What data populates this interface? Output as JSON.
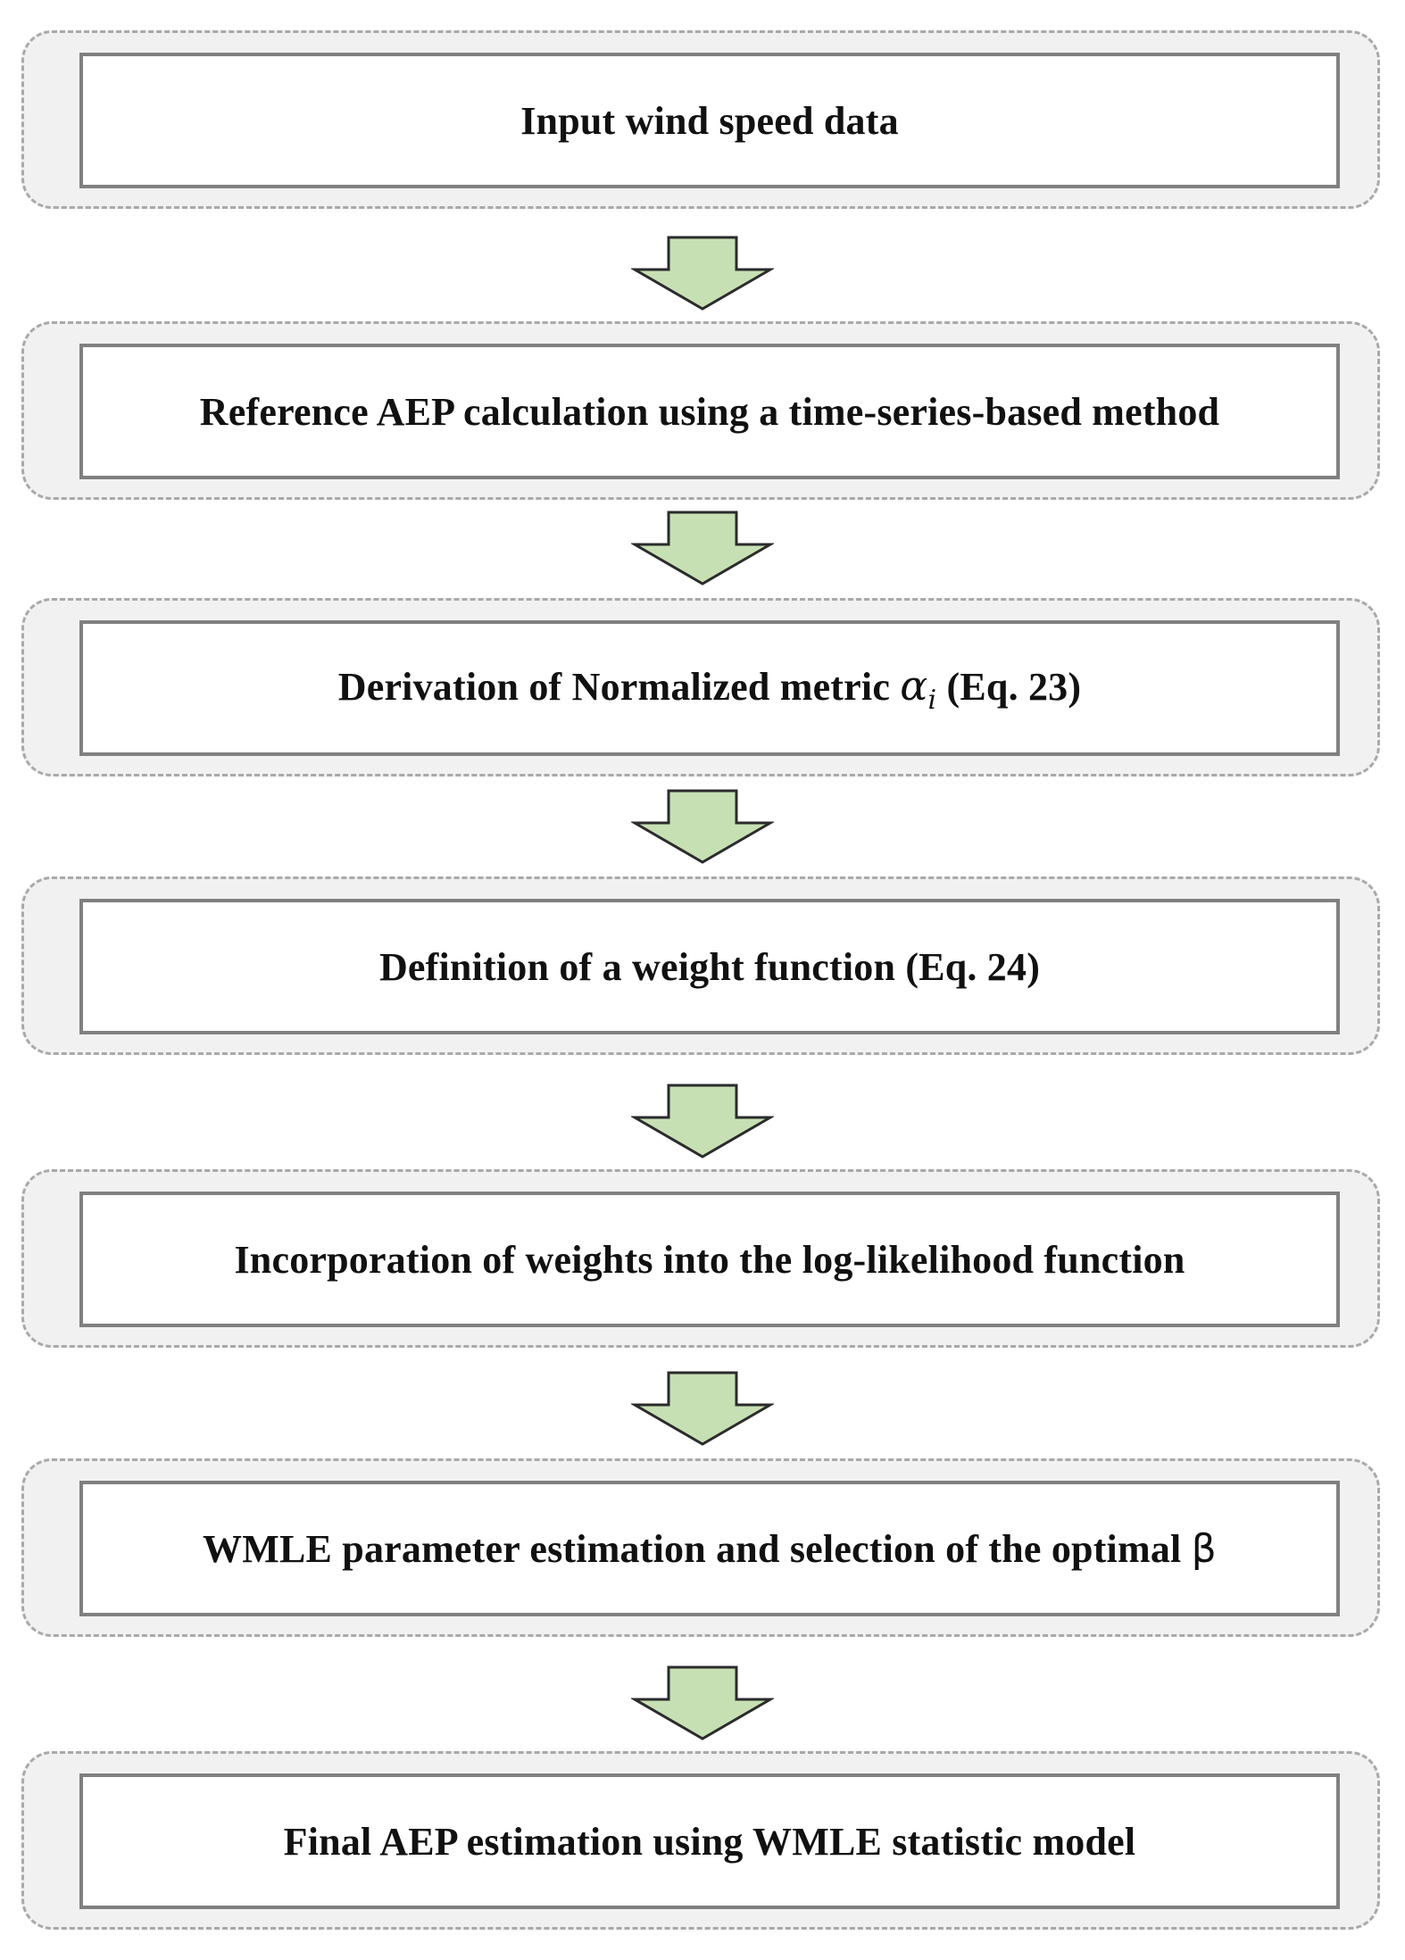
{
  "flowchart": {
    "steps": [
      {
        "label": "Input wind speed data"
      },
      {
        "label": "Reference AEP calculation using a time-series-based method"
      },
      {
        "prefix": "Derivation of Normalized metric ",
        "symbol": "α",
        "subscript": "i",
        "suffix": " (Eq. 23)"
      },
      {
        "label": "Definition of a weight function (Eq. 24)"
      },
      {
        "label": "Incorporation of weights into the log-likelihood function"
      },
      {
        "prefix": "WMLE parameter estimation and selection of the optimal ",
        "symbol": "β"
      },
      {
        "label": "Final AEP estimation using WMLE statistic model"
      }
    ]
  },
  "colors": {
    "arrow_fill": "#c6e0b4",
    "arrow_stroke": "#2b2b2b",
    "stage_fill": "#f1f1f1",
    "stage_border": "#a9a9a9",
    "box_border": "#808080"
  }
}
